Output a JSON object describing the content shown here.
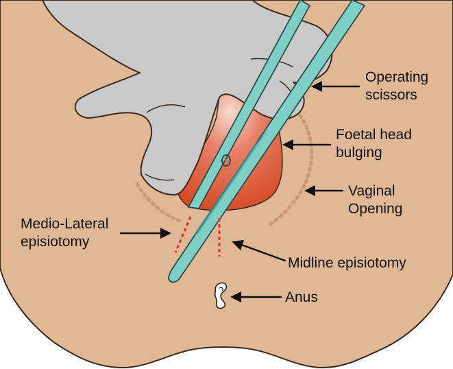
{
  "colors": {
    "skin": "#e0b896",
    "outline": "#3a2a1e",
    "glove": "#c9c9c9",
    "head_red": "#d64a1e",
    "head_highlight": "#f3cdbd",
    "scissors": "#7ed0c6",
    "scissors_dark": "#3e9a98",
    "cut_line": "#e0302a",
    "vaginal_dots": "#c99a78"
  },
  "labels": {
    "operating": [
      "Operating",
      "scissors"
    ],
    "foetal": [
      "Foetal head",
      "bulging"
    ],
    "vaginal": [
      "Vaginal",
      "Opening"
    ],
    "medio": [
      "Medio-Lateral",
      "episiotomy"
    ],
    "midline": "Midline episiotomy",
    "anus": "Anus"
  },
  "icons": {
    "glove": "gloved-hand-icon",
    "scissors": "scissors-icon",
    "anus": "anus-symbol-icon"
  }
}
